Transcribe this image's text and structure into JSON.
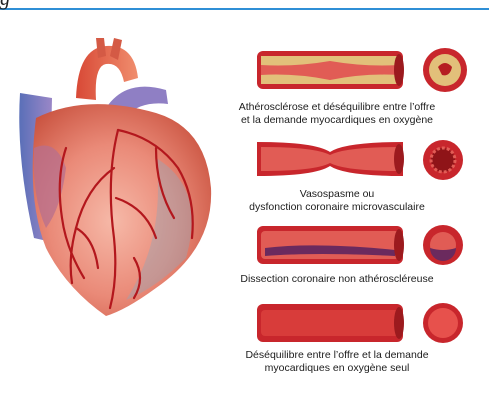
{
  "header": {
    "fragment": "g"
  },
  "figure": {
    "colors": {
      "vessel": "#c8262c",
      "vessel_dark": "#8f1418",
      "plaque": "#e2c07a",
      "accent_line": "#2f8fd6"
    },
    "captions": [
      "Athérosclérose et déséquilibre entre l’offre",
      "et la demande myocardiques en oxygène",
      "Vasospasme ou",
      "dysfonction coronaire microvasculaire",
      "Dissection coronaire non athéroscléreuse",
      "Déséquilibre entre l’offre et la demande",
      "myocardiques en oxygène seul"
    ]
  }
}
